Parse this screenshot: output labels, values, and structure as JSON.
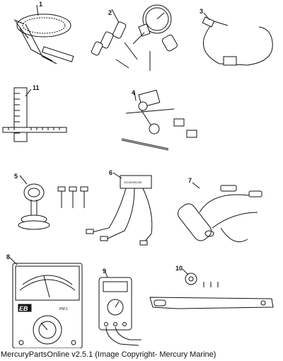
{
  "callouts": {
    "c1": "1",
    "c2": "2",
    "c3": "3",
    "c4": "4",
    "c5": "5",
    "c6": "6",
    "c7": "7",
    "c8": "8",
    "c9": "9",
    "c10": "10",
    "c11": "11"
  },
  "labels": {
    "box6_text": "GOODSEUSE",
    "meter8_brand": "EB",
    "meter8_model": "PM-1"
  },
  "footer": {
    "text": "MercuryPartsOnline v2.5.1 (Image Copyright- Mercury Marine)"
  }
}
